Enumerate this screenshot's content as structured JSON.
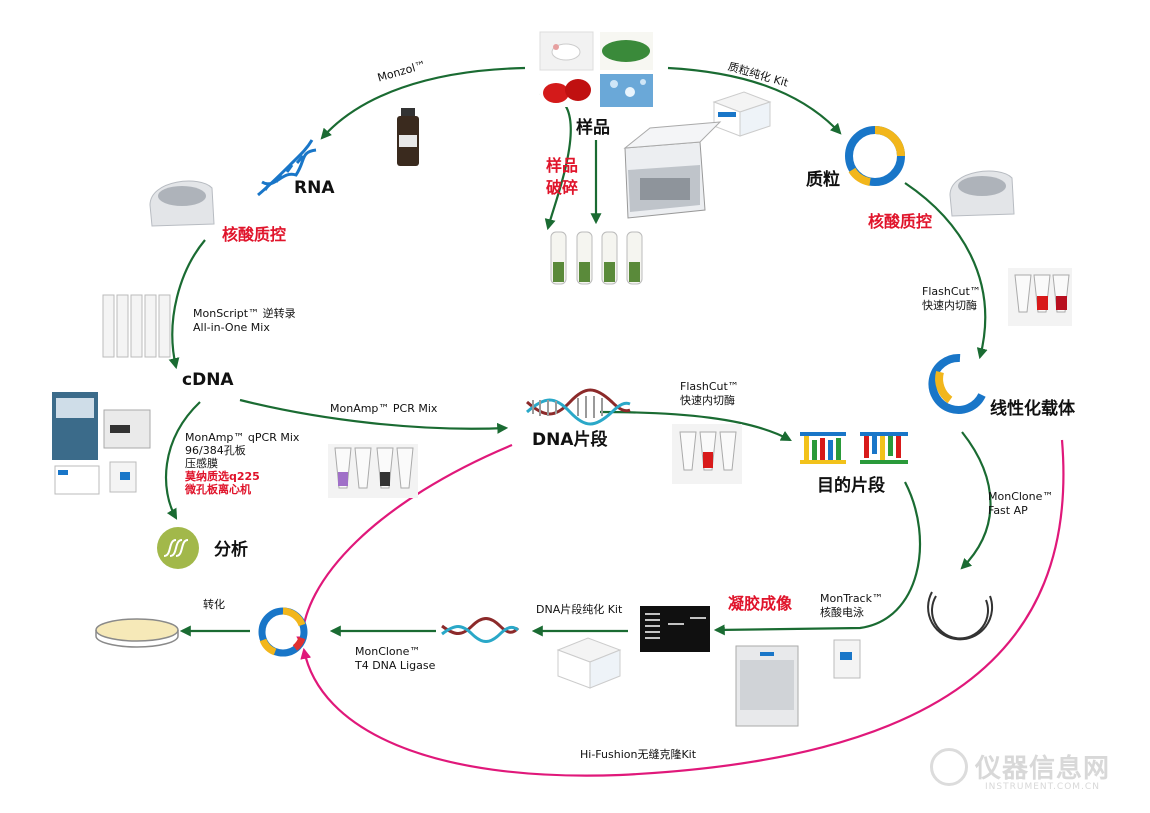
{
  "nodes": {
    "sample": "样品",
    "rna": "RNA",
    "plasmid": "质粒",
    "cdna": "cDNA",
    "dna_fragment": "DNA片段",
    "linear_vector": "线性化载体",
    "target_fragment": "目的片段",
    "analysis": "分析",
    "gel_imaging": "凝胶成像"
  },
  "steps": {
    "sample_crush_1": "样品",
    "sample_crush_2": "破碎",
    "qc_left": "核酸质控",
    "qc_right": "核酸质控",
    "transform": "转化"
  },
  "reagents": {
    "monzol": "Monzol™",
    "plasmid_kit": "质粒纯化 Kit",
    "monscript_1": "MonScript™ 逆转录",
    "monscript_2": "All-in-One Mix",
    "flashcut_right_1": "FlashCut™",
    "flashcut_right_2": "快速内切酶",
    "monamp_pcr": "MonAmp™ PCR Mix",
    "flashcut_mid_1": "FlashCut™",
    "flashcut_mid_2": "快速内切酶",
    "qpcr_1": "MonAmp™ qPCR Mix",
    "qpcr_2": "96/384孔板",
    "qpcr_3": "压感膜",
    "qpcr_red_1": "莫纳质选q225",
    "qpcr_red_2": "微孔板离心机",
    "fastap_1": "MonClone™",
    "fastap_2": "Fast AP",
    "montrack_1": "MonTrack™",
    "montrack_2": "核酸电泳",
    "dna_purify": "DNA片段纯化 Kit",
    "ligase_1": "MonClone™",
    "ligase_2": "T4 DNA Ligase",
    "hifushion": "Hi-Fushion无缝克隆Kit"
  },
  "watermark": {
    "main": "仪器信息网",
    "sub": "INSTRUMENT.COM.CN"
  },
  "colors": {
    "flow_arrow": "#1a6b32",
    "seamless_arrow": "#e0187a",
    "highlight_text": "#e0142b",
    "plasmid_blue": "#1976c8",
    "plasmid_yellow": "#f2b61b"
  }
}
